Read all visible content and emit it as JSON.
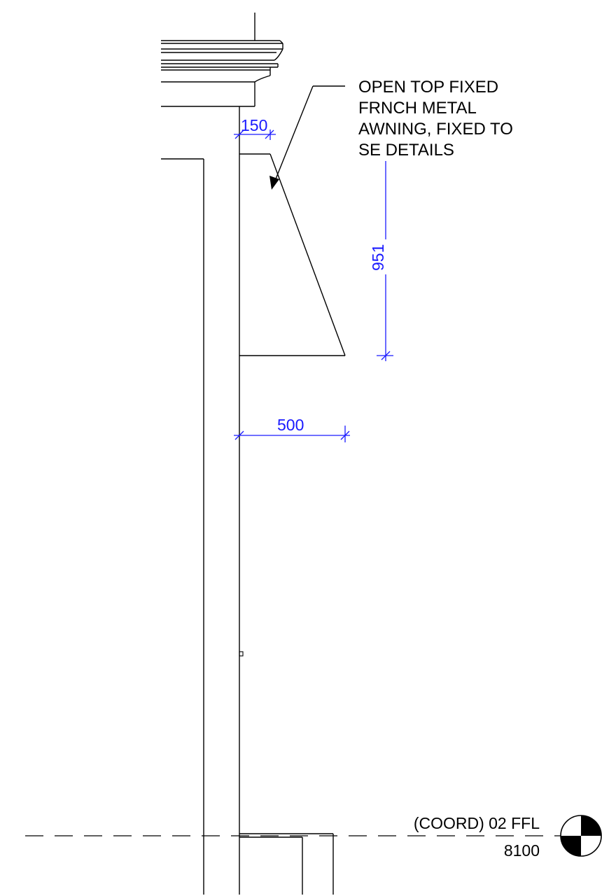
{
  "annotation": {
    "lines": [
      "OPEN TOP FIXED",
      "FRNCH METAL",
      "AWNING, FIXED TO",
      "SE DETAILS"
    ]
  },
  "dimensions": {
    "offset": "150",
    "height": "951",
    "projection": "500"
  },
  "level": {
    "name": "(COORD) 02 FFL",
    "value": "8100"
  },
  "colors": {
    "linework": "#000000",
    "dimension": "#1a1aff"
  }
}
